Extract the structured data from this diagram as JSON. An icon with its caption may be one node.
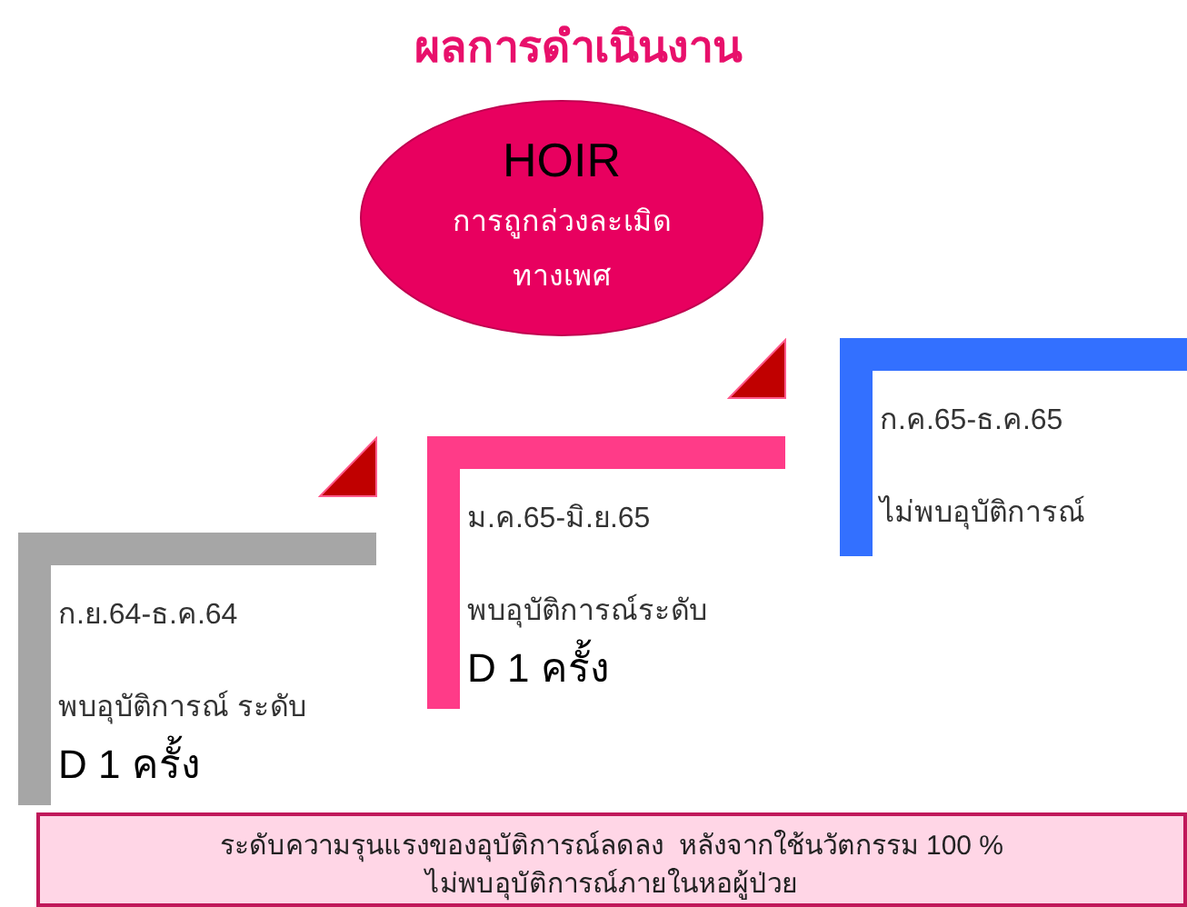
{
  "diagram": {
    "title": "ผลการดำเนินงาน",
    "nodes": [
      {
        "text": [
          "HOIR",
          "การถูกล่วงละเมิดทางเพศ"
        ]
      },
      {
        "text": [
          "ก.ย.64-ธ.ค.64",
          "พบอุบัติการณ์ ระดับ",
          "D 1 ครั้ง"
        ]
      },
      {
        "text": [
          "ม.ค.65-มิ.ย.65",
          "พบอุบัติการณ์ระดับ",
          "D 1 ครั้ง"
        ]
      },
      {
        "text": [
          "ก.ค.65-ธ.ค.65",
          "ไม่พบอุบัติการณ์"
        ]
      },
      {
        "text": [
          "ระดับความรุนแรงของอุบัติการณ์ลดลง  หลังจากใช้นวัตกรรม 100 %",
          "ไม่พบอุบัติการณ์ภายในหอผู้ป่วย"
        ]
      }
    ],
    "edges": []
  }
}
